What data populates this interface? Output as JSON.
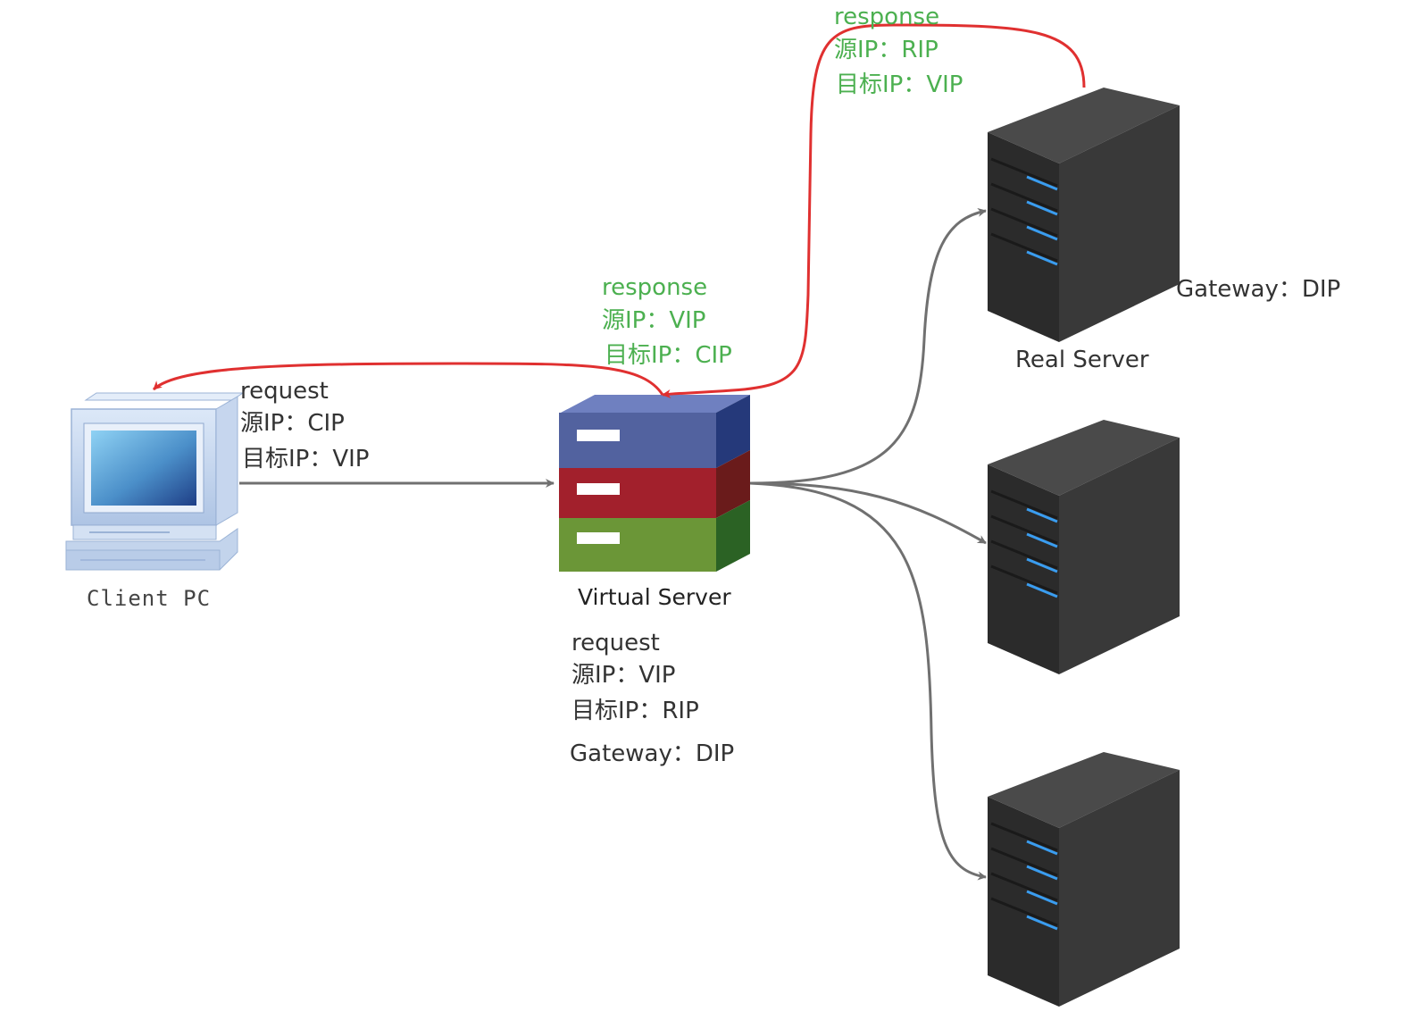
{
  "nodes": {
    "client": {
      "label": "Client PC"
    },
    "virtual_server": {
      "label": "Virtual Server"
    },
    "real_server": {
      "label": "Real Server",
      "gateway": "Gateway：DIP"
    }
  },
  "packets": {
    "client_request": {
      "type": "request",
      "src": "源IP：CIP",
      "dst": "目标IP：VIP"
    },
    "vs_request": {
      "type": "request",
      "src": "源IP：VIP",
      "dst": "目标IP：RIP",
      "gateway": "Gateway：DIP"
    },
    "rs_response": {
      "type": "response",
      "src": "源IP：RIP",
      "dst": "目标IP：VIP"
    },
    "vs_response": {
      "type": "response",
      "src": "源IP：VIP",
      "dst": "目标IP：CIP"
    }
  },
  "colors": {
    "request_arrow": "#707070",
    "response_arrow": "#e03030",
    "response_text": "#4cb050",
    "label_text": "#333333"
  },
  "icons": {
    "client": "desktop-computer-icon",
    "virtual_server": "stacked-server-icon",
    "real_server": "tower-server-icon"
  }
}
